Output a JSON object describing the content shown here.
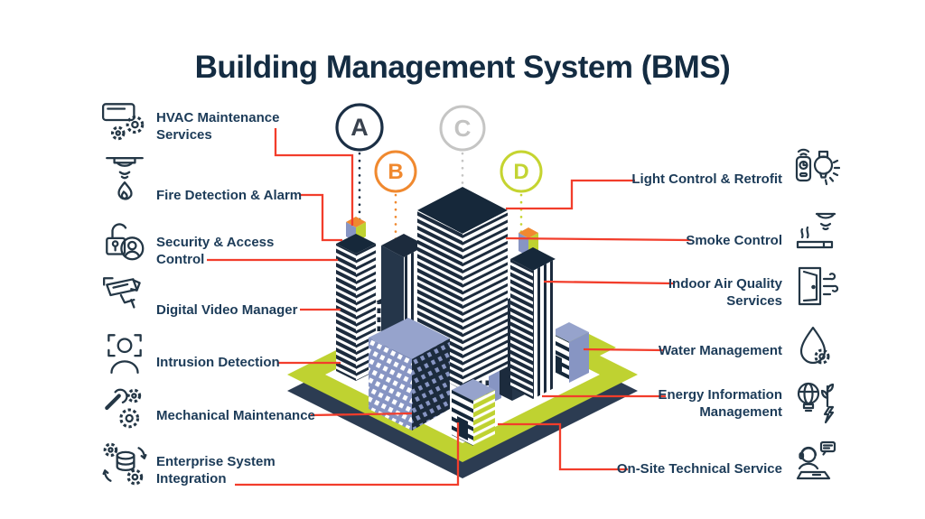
{
  "title": "Building Management System (BMS)",
  "colors": {
    "title_navy": "#142c42",
    "label_navy": "#1c3b58",
    "connector_red": "#f23d2b",
    "marker_a_navy": "#1b2f45",
    "marker_b_orange": "#f0892f",
    "marker_c_gray": "#c3c3c2",
    "marker_d_lime": "#c3d434",
    "building_navy": "#1c2b3d",
    "building_blue": "#8795c3",
    "platform_lime": "#bfd231"
  },
  "left_items": [
    {
      "label": "HVAC Maintenance\nServices",
      "icon": "hvac-icon"
    },
    {
      "label": "Fire Detection & Alarm",
      "icon": "fire-detection-icon"
    },
    {
      "label": "Security & Access\nControl",
      "icon": "security-access-icon"
    },
    {
      "label": "Digital Video Manager",
      "icon": "cctv-camera-icon"
    },
    {
      "label": "Intrusion Detection",
      "icon": "intrusion-detection-icon"
    },
    {
      "label": "Mechanical Maintenance",
      "icon": "mechanical-maintenance-icon"
    },
    {
      "label": "Enterprise System\nIntegration",
      "icon": "enterprise-integration-icon"
    }
  ],
  "right_items": [
    {
      "label": "Light Control & Retrofit",
      "icon": "light-control-icon"
    },
    {
      "label": "Smoke Control",
      "icon": "smoke-control-icon"
    },
    {
      "label": "Indoor Air Quality\nServices",
      "icon": "air-quality-icon"
    },
    {
      "label": "Water Management",
      "icon": "water-management-icon"
    },
    {
      "label": "Energy Information\nManagement",
      "icon": "energy-information-icon"
    },
    {
      "label": "On-Site Technical Service",
      "icon": "onsite-technical-icon"
    }
  ],
  "markers": [
    {
      "letter": "A",
      "color": "#1b2f45"
    },
    {
      "letter": "B",
      "color": "#f0892f"
    },
    {
      "letter": "C",
      "color": "#c3c3c2"
    },
    {
      "letter": "D",
      "color": "#c3d434"
    }
  ]
}
